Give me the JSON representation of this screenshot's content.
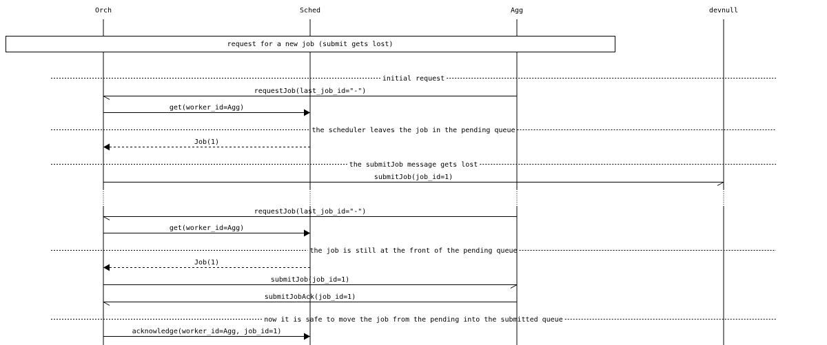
{
  "participants": [
    {
      "id": "orch",
      "label": "Orch"
    },
    {
      "id": "sched",
      "label": "Sched"
    },
    {
      "id": "agg",
      "label": "Agg"
    },
    {
      "id": "devnull",
      "label": "devnull"
    }
  ],
  "title_note": "request for a new job (submit gets lost)",
  "events": [
    {
      "kind": "divider",
      "text": "initial request"
    },
    {
      "kind": "message",
      "from": "agg",
      "to": "orch",
      "label": "requestJob(last_job_id=\"-\")",
      "style": "async"
    },
    {
      "kind": "message",
      "from": "orch",
      "to": "sched",
      "label": "get(worker_id=Agg)",
      "style": "sync"
    },
    {
      "kind": "divider",
      "text": "the scheduler leaves the job in the pending queue"
    },
    {
      "kind": "message",
      "from": "sched",
      "to": "orch",
      "label": "Job(1)",
      "style": "return"
    },
    {
      "kind": "divider",
      "text": "the submitJob message gets lost"
    },
    {
      "kind": "message",
      "from": "orch",
      "to": "devnull",
      "label": "submitJob(job_id=1)",
      "style": "async"
    },
    {
      "kind": "gap"
    },
    {
      "kind": "message",
      "from": "agg",
      "to": "orch",
      "label": "requestJob(last_job_id=\"-\")",
      "style": "async"
    },
    {
      "kind": "message",
      "from": "orch",
      "to": "sched",
      "label": "get(worker_id=Agg)",
      "style": "sync"
    },
    {
      "kind": "divider",
      "text": "the job is still at the front of the pending queue"
    },
    {
      "kind": "message",
      "from": "sched",
      "to": "orch",
      "label": "Job(1)",
      "style": "return"
    },
    {
      "kind": "message",
      "from": "orch",
      "to": "agg",
      "label": "submitJob(job_id=1)",
      "style": "async"
    },
    {
      "kind": "message",
      "from": "agg",
      "to": "orch",
      "label": "submitJobAck(job_id=1)",
      "style": "async"
    },
    {
      "kind": "divider",
      "text": "now it is safe to move the job from the pending into the submitted queue"
    },
    {
      "kind": "message",
      "from": "orch",
      "to": "sched",
      "label": "acknowledge(worker_id=Agg, job_id=1)",
      "style": "sync"
    }
  ]
}
